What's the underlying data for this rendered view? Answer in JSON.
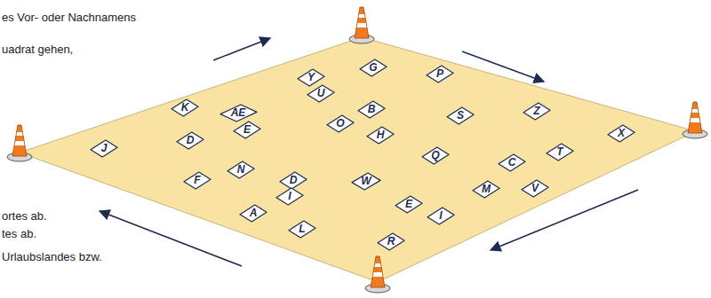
{
  "diagram": {
    "nodes": [
      {
        "text": [
          "G"
        ]
      },
      {
        "text": [
          "P"
        ]
      },
      {
        "text": [
          "Y"
        ]
      },
      {
        "text": [
          "U"
        ]
      },
      {
        "text": [
          "K"
        ]
      },
      {
        "text": [
          "Z"
        ]
      },
      {
        "text": [
          "B"
        ]
      },
      {
        "text": [
          "AE"
        ]
      },
      {
        "text": [
          "S"
        ]
      },
      {
        "text": [
          "O"
        ]
      },
      {
        "text": [
          "E"
        ]
      },
      {
        "text": [
          "X"
        ]
      },
      {
        "text": [
          "H"
        ]
      },
      {
        "text": [
          "D"
        ]
      },
      {
        "text": [
          "J"
        ]
      },
      {
        "text": [
          "T"
        ]
      },
      {
        "text": [
          "Q"
        ]
      },
      {
        "text": [
          "C"
        ]
      },
      {
        "text": [
          "N"
        ]
      },
      {
        "text": [
          "F"
        ]
      },
      {
        "text": [
          "D"
        ]
      },
      {
        "text": [
          "W"
        ]
      },
      {
        "text": [
          "M"
        ]
      },
      {
        "text": [
          "V"
        ]
      },
      {
        "text": [
          "I"
        ]
      },
      {
        "text": [
          "E"
        ]
      },
      {
        "text": [
          "A"
        ]
      },
      {
        "text": [
          "I"
        ]
      },
      {
        "text": [
          "L"
        ]
      },
      {
        "text": [
          "R"
        ]
      }
    ],
    "labels": [
      "es Vor- oder Nachnamens",
      "uadrat gehen,",
      "ortes ab.",
      "tes ab.",
      "Urlaubslandes bzw."
    ]
  }
}
